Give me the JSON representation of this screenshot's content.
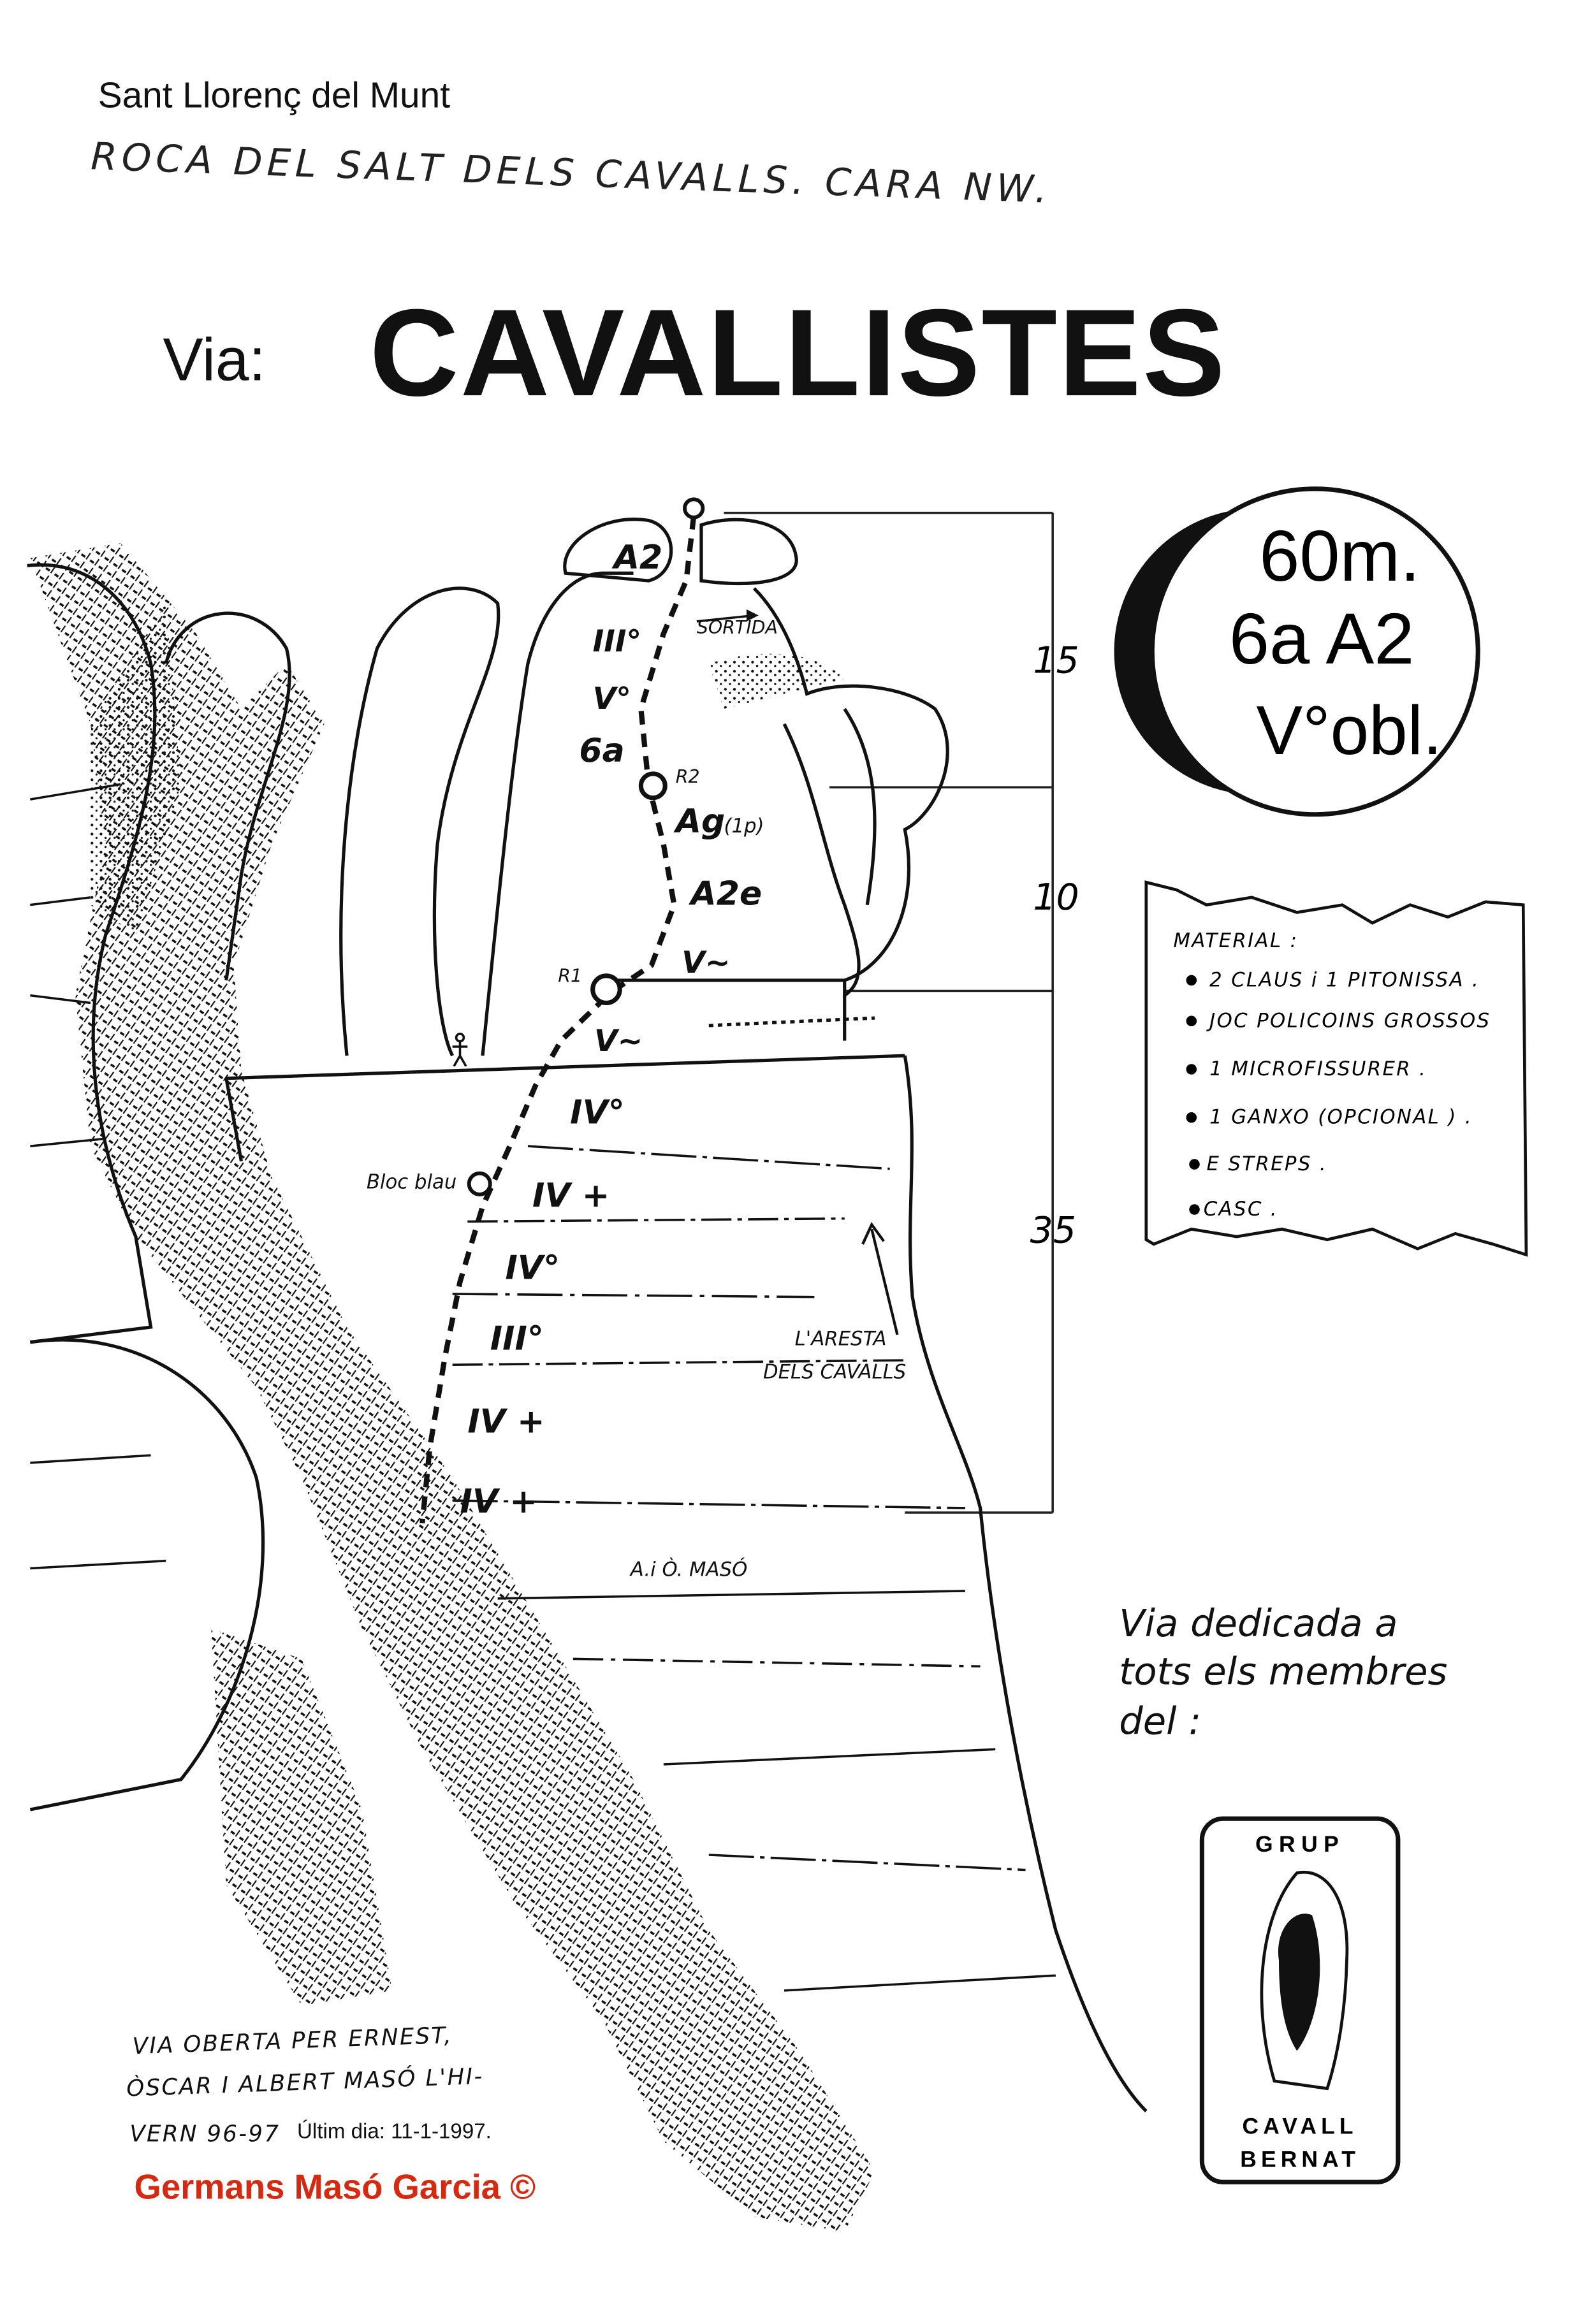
{
  "header": {
    "area": "Sant Llorenç del Munt",
    "wall": "ROCA DEL SALT DELS CAVALLS. CARA NW.",
    "via_label": "Via:",
    "route_name": "CAVALLISTES"
  },
  "summary_badge": {
    "length": "60m.",
    "grade": "6a A2",
    "obligatory": "V°obl."
  },
  "scale": {
    "pitch_lengths": [
      "15",
      "10",
      "35"
    ]
  },
  "material": {
    "title": "MATERIAL :",
    "items": [
      "2 CLAUS i 1 PITONISSA .",
      "JOC  POLICOINS  GROSSOS",
      "1  MICROFISSURER .",
      "1  GANXO (OPCIONAL ) .",
      "E STREPS .",
      "CASC ."
    ]
  },
  "topo": {
    "grades": [
      "A2",
      "III°",
      "V°",
      "6a",
      "Ag",
      "(1p)",
      "A2e",
      "V~",
      "V~",
      "IV°",
      "IV +",
      "IV°",
      "III°",
      "IV +",
      "IV +"
    ],
    "belays": [
      "R2",
      "R1"
    ],
    "labels": {
      "exit": "SORTIDA",
      "block": "Bloc blau",
      "arete_line1": "L'ARESTA",
      "arete_line2": "DELS CAVALLS",
      "neighbour_route": "A.i Ò. MASÓ"
    }
  },
  "dedication": {
    "line1": "Via dedicada a",
    "line2": "tots  els  membres",
    "line3": "del :"
  },
  "club_logo": {
    "top": "GRUP",
    "bottom1": "CAVALL",
    "bottom2": "BERNAT"
  },
  "credits": {
    "line1": "VIA OBERTA PER ERNEST,",
    "line2": "ÒSCAR I ALBERT MASÓ L'HI-",
    "line3": "VERN 96-97",
    "last_day": "Últim dia: 11-1-1997.",
    "copyright": "Germans Masó Garcia ©",
    "copyright_color": "#d42a12"
  }
}
